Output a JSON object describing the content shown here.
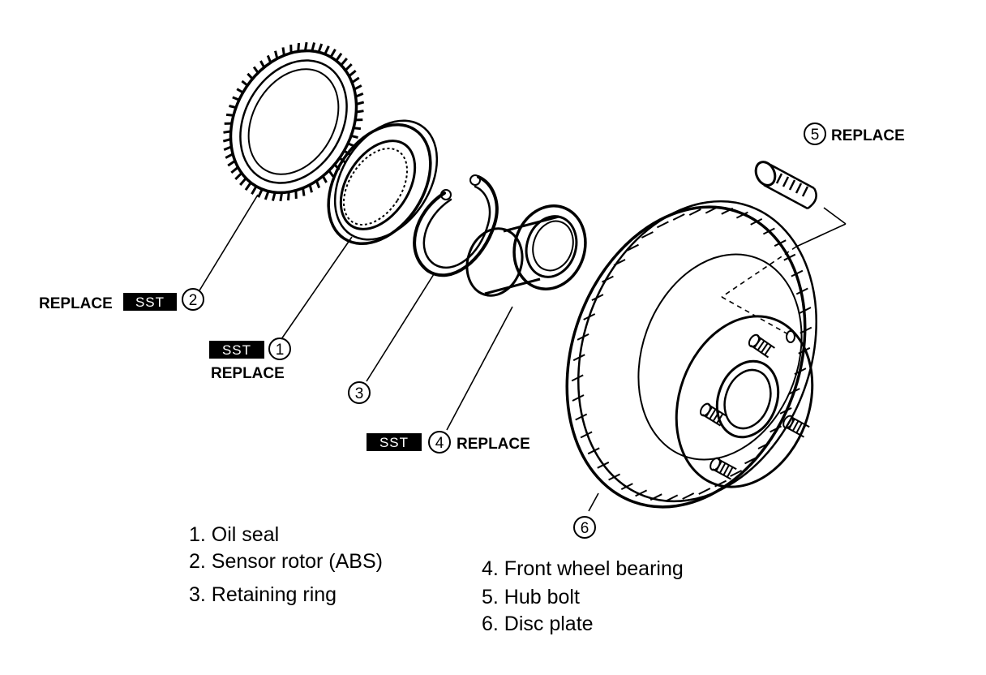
{
  "callouts": {
    "c1": {
      "number": "1",
      "sst": "SST",
      "note": "REPLACE"
    },
    "c2": {
      "number": "2",
      "sst": "SST",
      "note": "REPLACE"
    },
    "c3": {
      "number": "3"
    },
    "c4": {
      "number": "4",
      "sst": "SST",
      "note": "REPLACE"
    },
    "c5": {
      "number": "5",
      "note": "REPLACE"
    },
    "c6": {
      "number": "6"
    }
  },
  "legend": {
    "items": [
      "1. Oil seal",
      "2. Sensor rotor (ABS)",
      "3. Retaining ring",
      "4. Front wheel bearing",
      "5. Hub bolt",
      "6. Disc plate"
    ]
  },
  "colors": {
    "ink": "#000000",
    "paper": "#ffffff"
  }
}
